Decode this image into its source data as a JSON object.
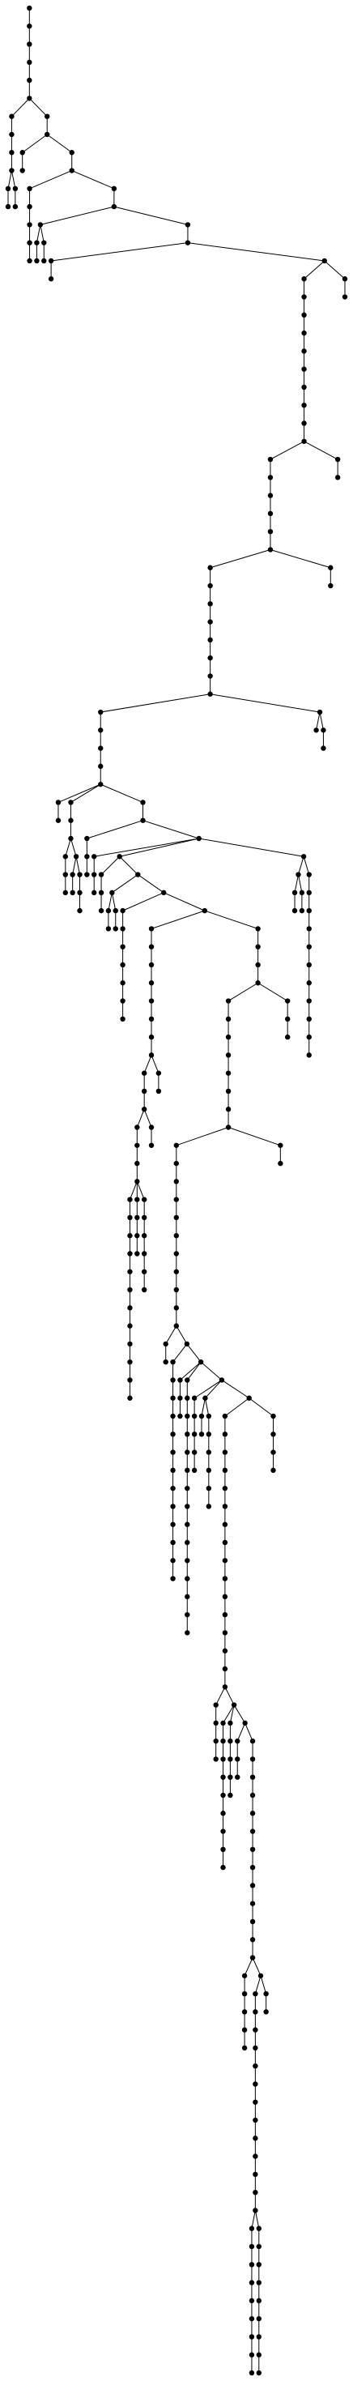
{
  "diagram": {
    "kind": "rooted-tree",
    "orientation": "top-down",
    "labels_shown": false,
    "colors": {
      "background": "#ffffff",
      "node": "#000000",
      "edge": "#000000"
    },
    "root": "n0",
    "edges": [
      [
        "n0",
        "n1"
      ],
      [
        "n1",
        "n2"
      ],
      [
        "n2",
        "n3"
      ],
      [
        "n3",
        "n4"
      ],
      [
        "n4",
        "n5"
      ],
      [
        "n5",
        "n6"
      ],
      [
        "n6",
        "n7"
      ],
      [
        "n7",
        "n8"
      ],
      [
        "n8",
        "n9"
      ],
      [
        "n9",
        "n10"
      ],
      [
        "n10",
        "n11"
      ],
      [
        "n5",
        "n12"
      ],
      [
        "n12",
        "n13"
      ],
      [
        "n13",
        "n14"
      ],
      [
        "n14",
        "n15"
      ],
      [
        "n13",
        "n16"
      ],
      [
        "n16",
        "n17"
      ],
      [
        "n17",
        "n18"
      ],
      [
        "n18",
        "n19"
      ],
      [
        "n19",
        "n20"
      ],
      [
        "n20",
        "n21"
      ],
      [
        "n21",
        "n22"
      ],
      [
        "n17",
        "n23"
      ],
      [
        "n23",
        "n24"
      ],
      [
        "n24",
        "n25"
      ],
      [
        "n25",
        "n26"
      ],
      [
        "n26",
        "n27"
      ],
      [
        "n25",
        "n28"
      ],
      [
        "n28",
        "n29"
      ],
      [
        "n24",
        "n30"
      ],
      [
        "n30",
        "n31"
      ],
      [
        "n31",
        "n32"
      ],
      [
        "n32",
        "n33"
      ],
      [
        "n31",
        "n34"
      ],
      [
        "n34",
        "n35"
      ],
      [
        "n35",
        "n36"
      ],
      [
        "n36",
        "n37"
      ],
      [
        "n37",
        "n38"
      ],
      [
        "n38",
        "n39"
      ],
      [
        "n39",
        "n40"
      ],
      [
        "n40",
        "n41"
      ],
      [
        "n41",
        "n42"
      ],
      [
        "n42",
        "n43"
      ],
      [
        "n43",
        "n44"
      ],
      [
        "n44",
        "n45"
      ],
      [
        "n45",
        "n46"
      ],
      [
        "n46",
        "n47"
      ],
      [
        "n47",
        "n48"
      ],
      [
        "n48",
        "n49"
      ],
      [
        "n49",
        "n50"
      ],
      [
        "n50",
        "n51"
      ],
      [
        "n51",
        "n52"
      ],
      [
        "n52",
        "n53"
      ],
      [
        "n53",
        "n54"
      ],
      [
        "n54",
        "n55"
      ],
      [
        "n50",
        "n56"
      ],
      [
        "n56",
        "n57"
      ],
      [
        "n55",
        "n58"
      ],
      [
        "n58",
        "n59"
      ],
      [
        "n59",
        "n60"
      ],
      [
        "n60",
        "n61"
      ],
      [
        "n61",
        "n62"
      ],
      [
        "n62",
        "n63"
      ],
      [
        "n63",
        "n64"
      ],
      [
        "n64",
        "n65"
      ],
      [
        "n60",
        "n66"
      ],
      [
        "n66",
        "n67"
      ],
      [
        "n65",
        "n68"
      ],
      [
        "n68",
        "n69"
      ],
      [
        "n65",
        "n70"
      ],
      [
        "n70",
        "n71"
      ],
      [
        "n71",
        "n72"
      ],
      [
        "n72",
        "n73"
      ],
      [
        "n73",
        "n74"
      ],
      [
        "n74",
        "n75"
      ],
      [
        "n72",
        "n76"
      ],
      [
        "n76",
        "n77"
      ],
      [
        "n77",
        "n78"
      ],
      [
        "n76",
        "n79"
      ],
      [
        "n79",
        "n80"
      ],
      [
        "n80",
        "n81"
      ],
      [
        "n65",
        "n82"
      ],
      [
        "n82",
        "n83"
      ],
      [
        "n83",
        "n84"
      ],
      [
        "n84",
        "n85"
      ],
      [
        "n85",
        "n86"
      ],
      [
        "n83",
        "n87"
      ],
      [
        "n87",
        "n88"
      ],
      [
        "n88",
        "n89"
      ],
      [
        "n89",
        "n90"
      ],
      [
        "n87",
        "n91"
      ],
      [
        "n91",
        "n92"
      ],
      [
        "n92",
        "n93"
      ],
      [
        "n93",
        "n94"
      ],
      [
        "n87",
        "n95"
      ],
      [
        "n95",
        "n96"
      ],
      [
        "n96",
        "n97"
      ],
      [
        "n97",
        "n98"
      ],
      [
        "n95",
        "n99"
      ],
      [
        "n99",
        "n100"
      ],
      [
        "n100",
        "n101"
      ],
      [
        "n101",
        "n102"
      ],
      [
        "n102",
        "n103"
      ],
      [
        "n103",
        "n104"
      ],
      [
        "n104",
        "n105"
      ],
      [
        "n105",
        "n106"
      ],
      [
        "n106",
        "n107"
      ],
      [
        "n107",
        "n108"
      ],
      [
        "n108",
        "n109"
      ],
      [
        "n96",
        "n110"
      ],
      [
        "n110",
        "n111"
      ],
      [
        "n91",
        "n112"
      ],
      [
        "n112",
        "n113"
      ],
      [
        "n113",
        "n114"
      ],
      [
        "n114",
        "n115"
      ],
      [
        "n112",
        "n116"
      ],
      [
        "n116",
        "n117"
      ],
      [
        "n117",
        "n118"
      ],
      [
        "n118",
        "n119"
      ],
      [
        "n119",
        "n120"
      ],
      [
        "n120",
        "n121"
      ],
      [
        "n121",
        "n122"
      ],
      [
        "n122",
        "n123"
      ],
      [
        "n113",
        "n124"
      ],
      [
        "n124",
        "n125"
      ],
      [
        "n116",
        "n126"
      ],
      [
        "n126",
        "n127"
      ],
      [
        "n127",
        "n128"
      ],
      [
        "n128",
        "n129"
      ],
      [
        "n129",
        "n130"
      ],
      [
        "n130",
        "n131"
      ],
      [
        "n131",
        "n132"
      ],
      [
        "n132",
        "n133"
      ],
      [
        "n133",
        "n134"
      ],
      [
        "n134",
        "n135"
      ],
      [
        "n135",
        "n136"
      ],
      [
        "n136",
        "n137"
      ],
      [
        "n137",
        "n138"
      ],
      [
        "n138",
        "n139"
      ],
      [
        "n139",
        "n140"
      ],
      [
        "n140",
        "n141"
      ],
      [
        "n141",
        "n142"
      ],
      [
        "n142",
        "n143"
      ],
      [
        "n143",
        "n144"
      ],
      [
        "n144",
        "n145"
      ],
      [
        "n145",
        "n146"
      ],
      [
        "n146",
        "n147"
      ],
      [
        "n147",
        "n148"
      ],
      [
        "n148",
        "n149"
      ],
      [
        "n149",
        "n150"
      ],
      [
        "n150",
        "n151"
      ],
      [
        "n151",
        "n152"
      ],
      [
        "n152",
        "n153"
      ],
      [
        "n126",
        "n154"
      ],
      [
        "n154",
        "n155"
      ],
      [
        "n155",
        "n156"
      ],
      [
        "n156",
        "n157"
      ],
      [
        "n157",
        "n158"
      ],
      [
        "n158",
        "n159"
      ],
      [
        "n159",
        "n160"
      ],
      [
        "n160",
        "n161"
      ],
      [
        "n161",
        "n162"
      ],
      [
        "n162",
        "n163"
      ],
      [
        "n163",
        "n164"
      ],
      [
        "n164",
        "n165"
      ],
      [
        "n165",
        "n166"
      ],
      [
        "n166",
        "n167"
      ],
      [
        "n167",
        "n168"
      ],
      [
        "n168",
        "n169"
      ],
      [
        "n169",
        "n170"
      ],
      [
        "n170",
        "n171"
      ],
      [
        "n171",
        "n172"
      ],
      [
        "n172",
        "n173"
      ],
      [
        "n173",
        "n174"
      ],
      [
        "n174",
        "n175"
      ],
      [
        "n175",
        "n176"
      ],
      [
        "n176",
        "n177"
      ],
      [
        "n177",
        "n178"
      ],
      [
        "n137",
        "n179"
      ],
      [
        "n179",
        "n180"
      ],
      [
        "n134",
        "n181"
      ],
      [
        "n181",
        "n182"
      ],
      [
        "n141",
        "n183"
      ],
      [
        "n183",
        "n184"
      ],
      [
        "n184",
        "n185"
      ],
      [
        "n185",
        "n186"
      ],
      [
        "n141",
        "n187"
      ],
      [
        "n187",
        "n188"
      ],
      [
        "n188",
        "n189"
      ],
      [
        "n189",
        "n190"
      ],
      [
        "n190",
        "n191"
      ],
      [
        "n191",
        "n192"
      ],
      [
        "n157",
        "n193"
      ],
      [
        "n193",
        "n194"
      ],
      [
        "n194",
        "n195"
      ],
      [
        "n165",
        "n196"
      ],
      [
        "n196",
        "n197"
      ],
      [
        "n176",
        "n198"
      ],
      [
        "n198",
        "n199"
      ],
      [
        "n199",
        "n200"
      ],
      [
        "n200",
        "n201"
      ],
      [
        "n201",
        "n202"
      ],
      [
        "n202",
        "n203"
      ],
      [
        "n203",
        "n204"
      ],
      [
        "n204",
        "n205"
      ],
      [
        "n205",
        "n206"
      ],
      [
        "n206",
        "n207"
      ],
      [
        "n207",
        "n208"
      ],
      [
        "n208",
        "n209"
      ],
      [
        "n209",
        "n210"
      ],
      [
        "n210",
        "n211"
      ],
      [
        "n198",
        "n212"
      ],
      [
        "n212",
        "n213"
      ],
      [
        "n213",
        "n214"
      ],
      [
        "n214",
        "n215"
      ],
      [
        "n212",
        "n216"
      ],
      [
        "n216",
        "n217"
      ],
      [
        "n217",
        "n218"
      ],
      [
        "n218",
        "n219"
      ],
      [
        "n219",
        "n220"
      ],
      [
        "n220",
        "n221"
      ],
      [
        "n221",
        "n222"
      ],
      [
        "n222",
        "n223"
      ],
      [
        "n223",
        "n224"
      ],
      [
        "n224",
        "n225"
      ],
      [
        "n225",
        "n226"
      ],
      [
        "n226",
        "n227"
      ],
      [
        "n227",
        "n228"
      ],
      [
        "n228",
        "n229"
      ],
      [
        "n229",
        "n230"
      ],
      [
        "n212",
        "n231"
      ],
      [
        "n231",
        "n232"
      ],
      [
        "n232",
        "n233"
      ],
      [
        "n233",
        "n234"
      ],
      [
        "n234",
        "n235"
      ],
      [
        "n235",
        "n236"
      ],
      [
        "n231",
        "n237"
      ],
      [
        "n237",
        "n238"
      ],
      [
        "n238",
        "n239"
      ],
      [
        "n237",
        "n240"
      ],
      [
        "n240",
        "n241"
      ],
      [
        "n241",
        "n242"
      ],
      [
        "n242",
        "n243"
      ],
      [
        "n243",
        "n244"
      ],
      [
        "n244",
        "n245"
      ],
      [
        "n231",
        "n246"
      ],
      [
        "n246",
        "n247"
      ],
      [
        "n247",
        "n248"
      ],
      [
        "n248",
        "n249"
      ],
      [
        "n249",
        "n250"
      ],
      [
        "n250",
        "n251"
      ],
      [
        "n251",
        "n252"
      ],
      [
        "n252",
        "n253"
      ],
      [
        "n253",
        "n254"
      ],
      [
        "n254",
        "n255"
      ],
      [
        "n255",
        "n256"
      ],
      [
        "n256",
        "n257"
      ],
      [
        "n257",
        "n258"
      ],
      [
        "n258",
        "n259"
      ],
      [
        "n259",
        "n260"
      ],
      [
        "n260",
        "n261"
      ],
      [
        "n261",
        "n262"
      ],
      [
        "n246",
        "n263"
      ],
      [
        "n263",
        "n264"
      ],
      [
        "n264",
        "n265"
      ],
      [
        "n265",
        "n266"
      ],
      [
        "n262",
        "n267"
      ],
      [
        "n267",
        "n268"
      ],
      [
        "n268",
        "n269"
      ],
      [
        "n269",
        "n270"
      ],
      [
        "n262",
        "n271"
      ],
      [
        "n271",
        "n272"
      ],
      [
        "n272",
        "n273"
      ],
      [
        "n273",
        "n274"
      ],
      [
        "n274",
        "n275"
      ],
      [
        "n275",
        "n276"
      ],
      [
        "n276",
        "n277"
      ],
      [
        "n277",
        "n278"
      ],
      [
        "n278",
        "n279"
      ],
      [
        "n279",
        "n280"
      ],
      [
        "n271",
        "n281"
      ],
      [
        "n281",
        "n282"
      ],
      [
        "n282",
        "n283"
      ],
      [
        "n283",
        "n284"
      ],
      [
        "n284",
        "n285"
      ],
      [
        "n271",
        "n286"
      ],
      [
        "n286",
        "n287"
      ],
      [
        "n287",
        "n288"
      ],
      [
        "n288",
        "n289"
      ],
      [
        "n286",
        "n290"
      ],
      [
        "n290",
        "n291"
      ],
      [
        "n291",
        "n292"
      ],
      [
        "n292",
        "n293"
      ],
      [
        "n293",
        "n294"
      ],
      [
        "n294",
        "n295"
      ],
      [
        "n295",
        "n296"
      ],
      [
        "n296",
        "n297"
      ],
      [
        "n297",
        "n298"
      ],
      [
        "n298",
        "n299"
      ],
      [
        "n299",
        "n300"
      ],
      [
        "n300",
        "n301"
      ],
      [
        "n301",
        "n302"
      ],
      [
        "n302",
        "n303"
      ],
      [
        "n303",
        "n304"
      ],
      [
        "n304",
        "n305"
      ],
      [
        "n305",
        "n306"
      ],
      [
        "n306",
        "n307"
      ],
      [
        "n302",
        "n308"
      ],
      [
        "n308",
        "n309"
      ],
      [
        "n309",
        "n310"
      ],
      [
        "n310",
        "n311"
      ],
      [
        "n311",
        "n312"
      ],
      [
        "n312",
        "n313"
      ],
      [
        "n313",
        "n314"
      ],
      [
        "n314",
        "n315"
      ],
      [
        "n315",
        "n316"
      ],
      [
        "n316",
        "n317"
      ],
      [
        "n317",
        "n318"
      ],
      [
        "n318",
        "n319"
      ],
      [
        "n319",
        "n320"
      ],
      [
        "n320",
        "n321"
      ],
      [
        "n321",
        "n322"
      ],
      [
        "n322",
        "n323"
      ],
      [
        "n323",
        "n324"
      ],
      [
        "n324",
        "n325"
      ],
      [
        "n325",
        "n326"
      ],
      [
        "n326",
        "n327"
      ],
      [
        "n327",
        "n328"
      ],
      [
        "n328",
        "n329"
      ],
      [
        "n329",
        "n330"
      ],
      [
        "n321",
        "n331"
      ],
      [
        "n331",
        "n332"
      ],
      [
        "n332",
        "n333"
      ],
      [
        "n333",
        "n334"
      ],
      [
        "n334",
        "n335"
      ],
      [
        "n335",
        "n336"
      ],
      [
        "n336",
        "n337"
      ],
      [
        "n337",
        "n338"
      ],
      [
        "n338",
        "n339"
      ],
      [
        "n308",
        "n340"
      ],
      [
        "n340",
        "n341"
      ],
      [
        "n66",
        "n342"
      ],
      [
        "n342",
        "n343"
      ],
      [
        "n44",
        "n344"
      ],
      [
        "n344",
        "n345"
      ],
      [
        "n34",
        "n346"
      ],
      [
        "n346",
        "n347"
      ],
      [
        "n9",
        "n348"
      ],
      [
        "n348",
        "n349"
      ]
    ]
  }
}
